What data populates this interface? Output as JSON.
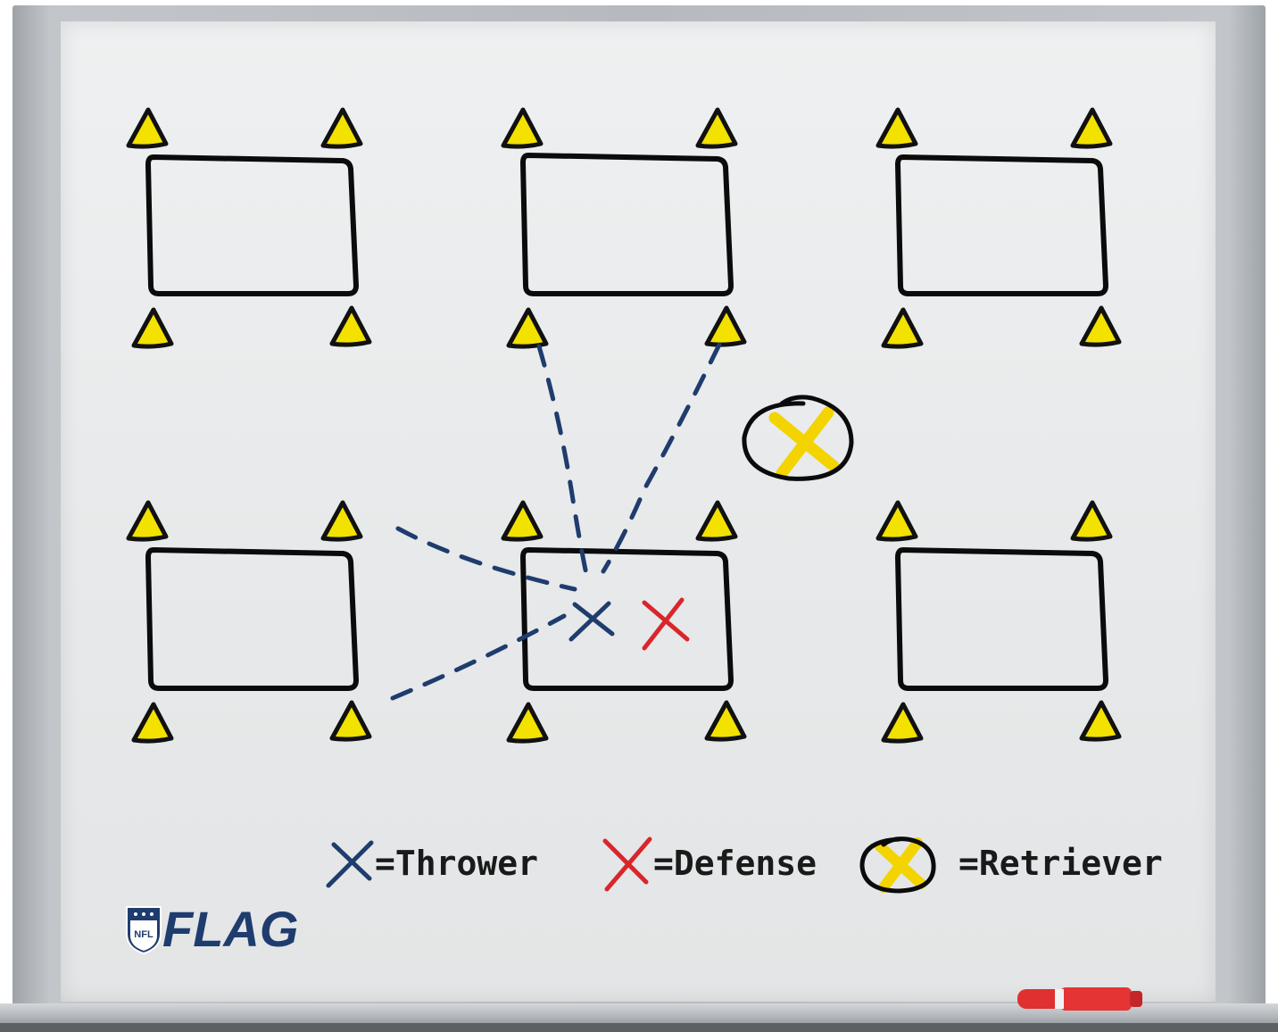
{
  "legend": {
    "thrower": "=Thrower",
    "defense": "=Defense",
    "retriever": "=Retriever"
  },
  "logo": {
    "shield_text": "NFL",
    "wordmark": "FLAG"
  },
  "colors": {
    "cone": "#f3e100",
    "thrower": "#1f3c6e",
    "defense": "#d9262b",
    "retriever": "#f3d400",
    "box": "#0b0b0b",
    "marker": "#e03030"
  },
  "diagram": {
    "grid": {
      "rows": 2,
      "columns": 3
    },
    "cones_per_box": 4,
    "thrower_position": "bottom-middle box",
    "defense_position": "bottom-middle box",
    "retriever_position": "between top and bottom rows, right of center",
    "throw_targets": [
      "top-middle box",
      "bottom-left box"
    ]
  }
}
